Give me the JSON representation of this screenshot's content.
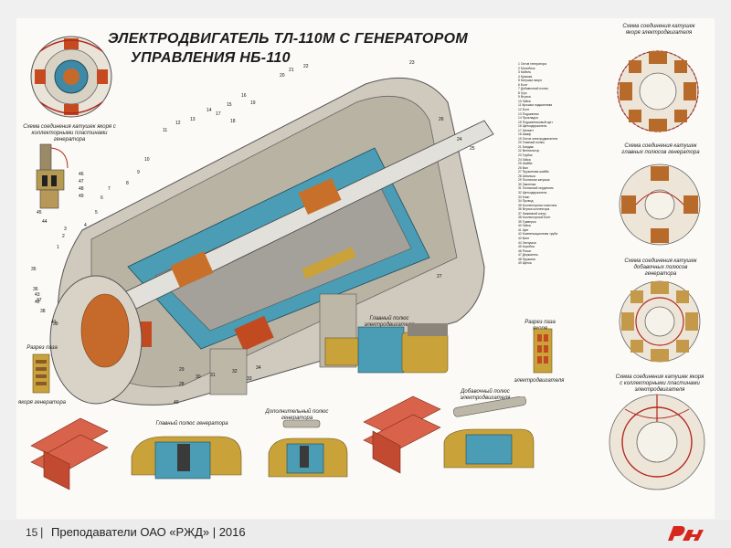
{
  "poster": {
    "title_line1": "ЭЛЕКТРОДВИГАТЕЛЬ ТЛ-110М С ГЕНЕРАТОРОМ",
    "title_line2": "УПРАВЛЕНИЯ НБ-110",
    "captions": {
      "armature_gen_scheme": "Схема соединения катушек якоря с коллекторными пластинами генератора",
      "armature_motor": "Схема соединения катушек якоря электродвигателя",
      "main_poles_scheme": "Схема соединения катушек главных полюсов генератора",
      "aux_poles_scheme": "Схема соединения катушек добавочных полюсов генератора",
      "armature_motor_collector": "Схема соединения катушек якоря с коллекторными пластинами электродвигателя",
      "main_pole_motor": "Главный полюс электродвигателя",
      "slot_section_motor_1": "Разрез паза якоря",
      "slot_section_motor_2": "электродвигателя",
      "slot_section_gen_1": "Разрез паза",
      "slot_section_gen_2": "якоря генератора",
      "main_pole_gen": "Главный полюс генератора",
      "aux_pole_gen": "Дополнительный полюс генератора",
      "aux_pole_motor": "Добавочный полюс электродвигателя"
    },
    "legend": [
      "1 Остов генератора",
      "2 Моноблок",
      "3 Кабель",
      "4 Крышка",
      "5 Катушка якоря",
      "6 Болт",
      "7 Добавочный полюс",
      "8 Груз",
      "9 Втулка",
      "10 Гайка",
      "11 Крышка подшипника",
      "12 Болт",
      "13 Подшипник",
      "14 Прокладка",
      "15 Подшипниковый щит",
      "16 Щеткодержатель",
      "17 Шплинт",
      "18 Шкаф",
      "19 Остов электродвигателя",
      "20 Главный полюс",
      "21 Бандаж",
      "22 Вентилятор",
      "23 Трубка",
      "24 Гайка",
      "25 Шайба",
      "26 Вал",
      "27 Пружинная шайба",
      "28 Шпилька",
      "29 Полюсная катушка",
      "30 Заклепка",
      "31 Полюсный сердечник",
      "32 Щеткодержатель",
      "33 Клин",
      "34 Провод",
      "35 Коллекторная пластина",
      "36 Втулка коллектора",
      "37 Нажимной конус",
      "38 Коллекторный болт",
      "39 Траверса",
      "40 Гайка",
      "41 Щит",
      "42 Компенсационная труба",
      "43 Винт",
      "44 Заглушка",
      "45 Коробка",
      "46 Рычаг",
      "47 Держатель",
      "48 Пружина",
      "49 Щетка"
    ],
    "callouts": [
      "1",
      "2",
      "3",
      "4",
      "5",
      "6",
      "7",
      "8",
      "9",
      "10",
      "11",
      "12",
      "13",
      "14",
      "15",
      "16",
      "17",
      "18",
      "19",
      "20",
      "21",
      "22",
      "23",
      "24",
      "25",
      "26",
      "27",
      "28",
      "29",
      "30",
      "31",
      "32",
      "33",
      "34",
      "35",
      "36",
      "37",
      "38",
      "39",
      "40",
      "41",
      "42",
      "43",
      "44",
      "45",
      "46",
      "47",
      "48",
      "49"
    ]
  },
  "footer": {
    "page_number": "15",
    "separator": "|",
    "text": "Преподаватели ОАО «РЖД»  |  2016",
    "logo": "rzd-logo"
  },
  "colors": {
    "accent_red": "#d7261e",
    "steel": "#b8b6ad",
    "copper": "#c8702a",
    "insulation_blue": "#4a9db4",
    "brass": "#c9a23a"
  }
}
